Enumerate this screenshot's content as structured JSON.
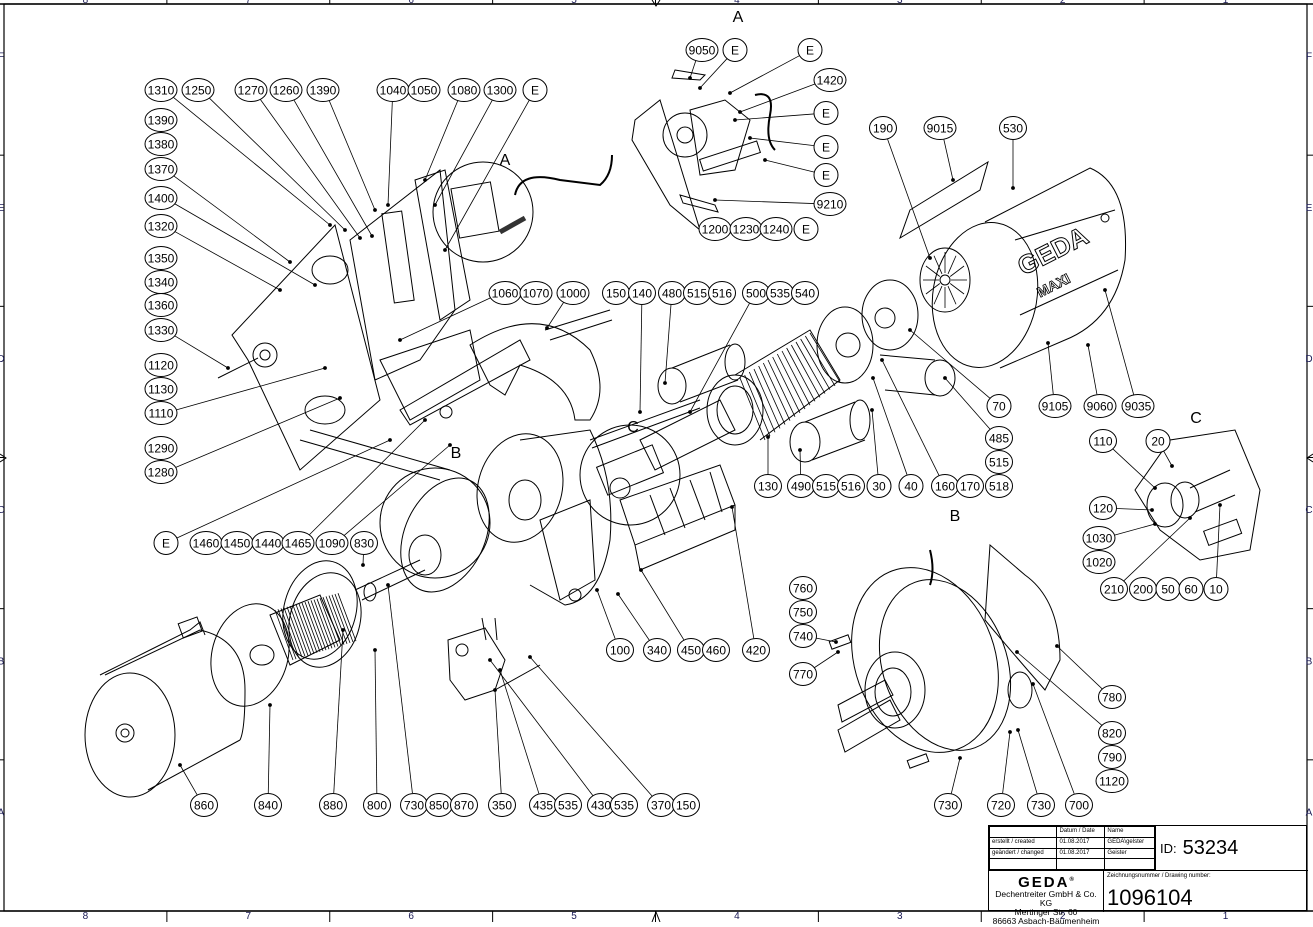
{
  "drawing": {
    "title": "GEDA MAXI exploded parts drawing",
    "border_columns": [
      "8",
      "7",
      "6",
      "5",
      "4",
      "3",
      "2",
      "1"
    ],
    "border_rows": [
      "F",
      "E",
      "D",
      "C",
      "B",
      "A"
    ],
    "view_labels": [
      {
        "id": "A",
        "label": "A"
      },
      {
        "id": "A-detail",
        "label": "A"
      },
      {
        "id": "B",
        "label": "B"
      },
      {
        "id": "B-detail",
        "label": "B"
      },
      {
        "id": "C",
        "label": "C"
      },
      {
        "id": "C-detail",
        "label": "C"
      }
    ],
    "product_marking": {
      "brand": "GEDA",
      "model": "MAXI"
    }
  },
  "callout_groups": [
    {
      "name": "top-left-row",
      "items": [
        "1310",
        "1250",
        "1270",
        "1260",
        "1390",
        "1040",
        "1050",
        "1080",
        "1300",
        "E"
      ]
    },
    {
      "name": "left-column",
      "items": [
        "1390",
        "1380",
        "1370",
        "1400",
        "1320",
        "1350",
        "1340",
        "1360",
        "1330",
        "1120",
        "1130",
        "1110",
        "1290",
        "1280"
      ]
    },
    {
      "name": "frame-right",
      "items": [
        "1060",
        "1070",
        "1000"
      ]
    },
    {
      "name": "motor-top",
      "items": [
        "150",
        "140",
        "480",
        "515",
        "516",
        "500",
        "535",
        "540"
      ]
    },
    {
      "name": "detail-a-top",
      "items": [
        "9050",
        "E",
        "E",
        "1420",
        "E",
        "E",
        "E",
        "9210"
      ]
    },
    {
      "name": "detail-a-bottom",
      "items": [
        "1200",
        "1230",
        "1240",
        "E"
      ]
    },
    {
      "name": "cover-top",
      "items": [
        "190",
        "9015",
        "530"
      ]
    },
    {
      "name": "cover-bottom",
      "items": [
        "70",
        "9105",
        "9060",
        "9035"
      ]
    },
    {
      "name": "motor-right",
      "items": [
        "485",
        "515",
        "518"
      ]
    },
    {
      "name": "motor-bottom",
      "items": [
        "130",
        "490",
        "515",
        "516",
        "30",
        "40",
        "160",
        "170"
      ]
    },
    {
      "name": "mid-left-row",
      "items": [
        "E",
        "1460",
        "1450",
        "1440",
        "1465",
        "1090",
        "830"
      ]
    },
    {
      "name": "gear-bottom",
      "items": [
        "100",
        "340",
        "450",
        "460",
        "420"
      ]
    },
    {
      "name": "detail-c",
      "items": [
        "110",
        "20",
        "120",
        "1030",
        "1020",
        "210",
        "200",
        "50",
        "60",
        "10"
      ]
    },
    {
      "name": "detail-b-left",
      "items": [
        "760",
        "750",
        "740",
        "770"
      ]
    },
    {
      "name": "detail-b-right",
      "items": [
        "780",
        "820",
        "790",
        "1120"
      ]
    },
    {
      "name": "detail-b-bottom",
      "items": [
        "730",
        "720",
        "730",
        "700"
      ]
    },
    {
      "name": "bottom-row",
      "items": [
        "860",
        "840",
        "880",
        "800",
        "730",
        "850",
        "870",
        "350",
        "435",
        "535",
        "430",
        "535",
        "370",
        "150"
      ]
    }
  ],
  "title_block": {
    "header_date": "Datum / Date",
    "header_name": "Name",
    "rows": [
      {
        "label": "erstellt / created",
        "date": "01.08.2017",
        "name": "GEDA\\gelster"
      },
      {
        "label": "geändert / changed",
        "date": "01.08.2017",
        "name": "Geister"
      }
    ],
    "id_label": "ID:",
    "id_value": "53234",
    "company_logo": "GEDA",
    "company_name": "Dechentreiter GmbH & Co. KG",
    "street": "Mertinger Str. 60",
    "city": "86663 Asbach-Bäumenheim",
    "drawing_number_label": "Zeichnungsnummer / Drawing number:",
    "drawing_number": "1096104"
  }
}
